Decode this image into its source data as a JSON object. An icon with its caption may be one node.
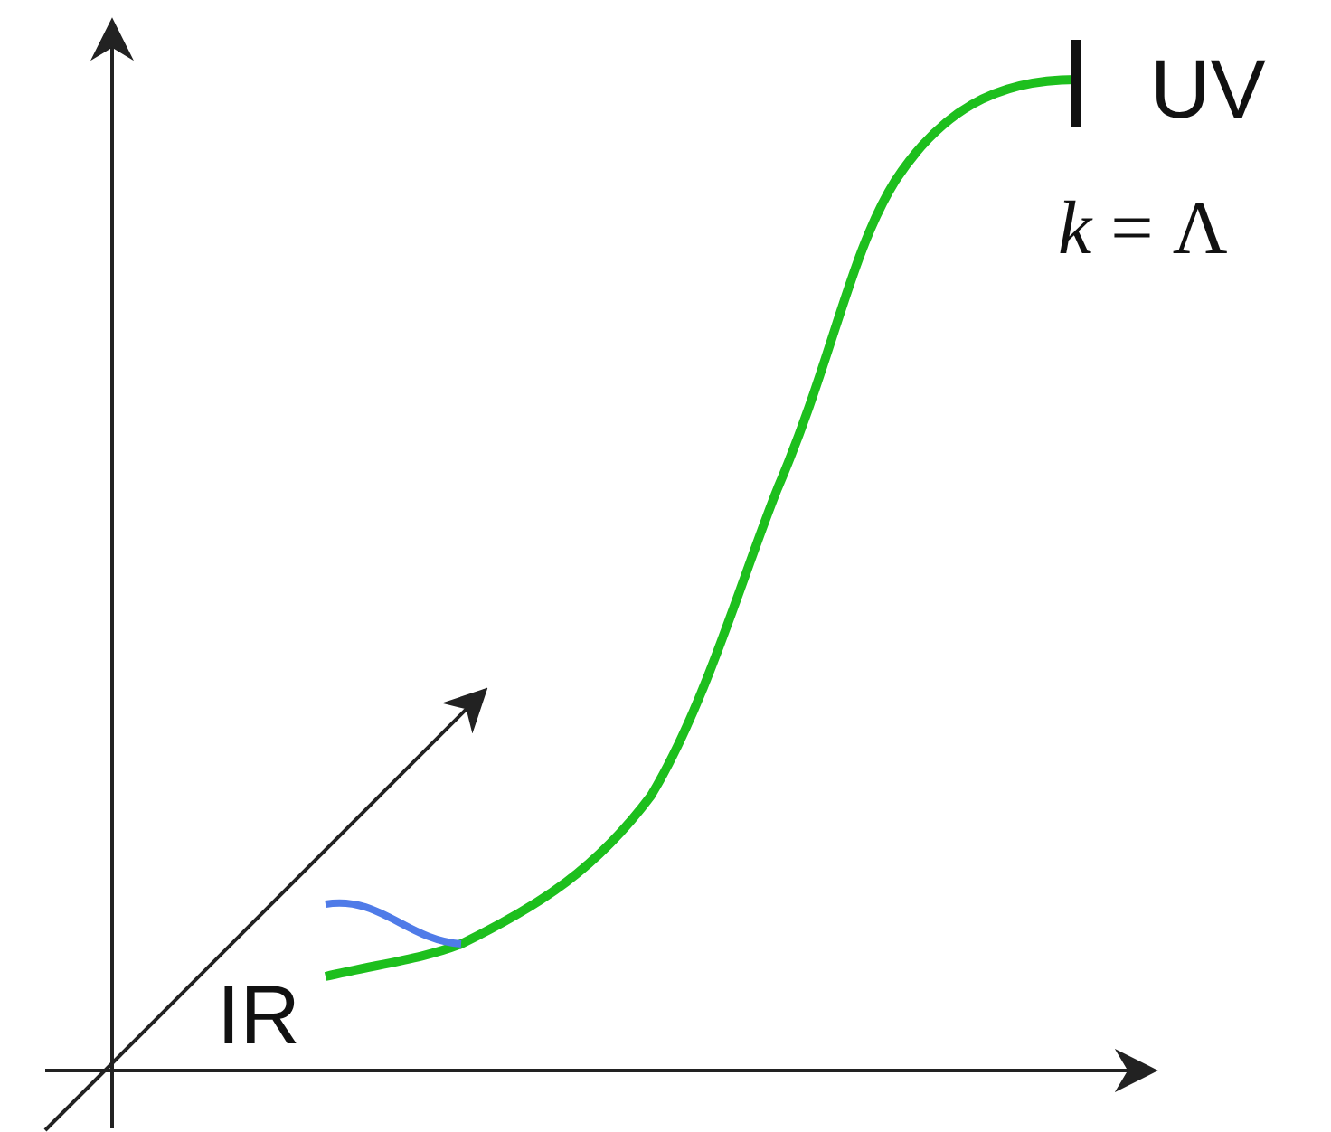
{
  "diagram": {
    "labels": [
      "UV",
      "*k* = Λ",
      "IR"
    ]
  }
}
